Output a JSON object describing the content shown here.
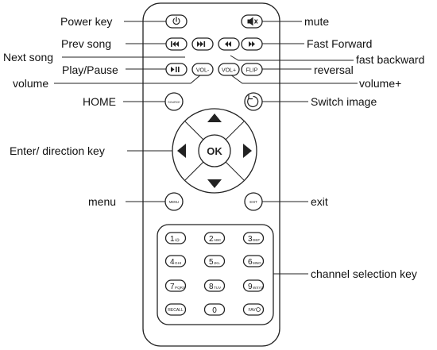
{
  "labels": {
    "power_key": "Power key",
    "mute": "mute",
    "prev_song": "Prev song",
    "fast_forward": "Fast Forward",
    "next_song": "Next song",
    "fast_backward": "fast backward",
    "play_pause": "Play/Pause",
    "reversal": "reversal",
    "volume_minus": "volume",
    "volume_plus": "volume+",
    "home": "HOME",
    "switch_image": "Switch image",
    "enter_direction": "Enter/ direction key",
    "menu": "menu",
    "exit": "exit",
    "channel_selection": "channel selection key"
  },
  "buttons": {
    "vol_minus": "VOL-",
    "vol_plus": "VOL+",
    "flip": "FLIP",
    "source": "SOURCE",
    "ok": "OK",
    "menu": "MENU",
    "exit": "EXIT",
    "recall": "RECALL",
    "fav": "FAV"
  },
  "keypad": [
    {
      "digit": "1",
      "letters": "/@"
    },
    {
      "digit": "2",
      "letters": "ABC"
    },
    {
      "digit": "3",
      "letters": "DEF"
    },
    {
      "digit": "4",
      "letters": "GHI"
    },
    {
      "digit": "5",
      "letters": "JKL"
    },
    {
      "digit": "6",
      "letters": "MNO"
    },
    {
      "digit": "7",
      "letters": "PQRS"
    },
    {
      "digit": "8",
      "letters": "TUV"
    },
    {
      "digit": "9",
      "letters": "WXYZ"
    },
    {
      "digit": "0",
      "letters": ""
    }
  ],
  "icons": {
    "power": "power-icon",
    "mute": "speaker-mute-icon",
    "prev": "skip-previous-icon",
    "next": "skip-next-icon",
    "rewind": "rewind-icon",
    "forward": "fast-forward-icon",
    "play_pause": "play-pause-icon",
    "rotate": "rotate-icon",
    "nav_up": "arrow-up-icon",
    "nav_down": "arrow-down-icon",
    "nav_left": "arrow-left-icon",
    "nav_right": "arrow-right-icon"
  },
  "colors": {
    "line": "#222222",
    "fill": "#ffffff"
  }
}
